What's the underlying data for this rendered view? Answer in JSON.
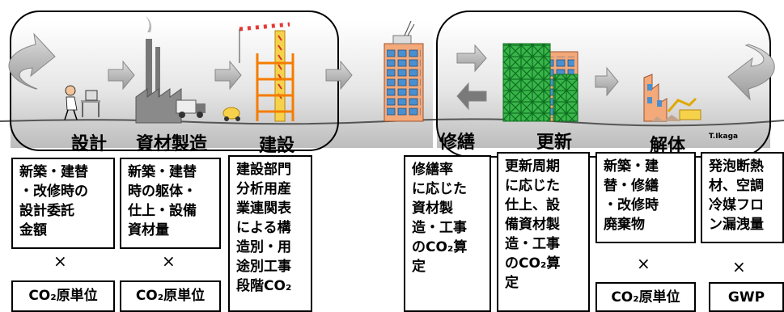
{
  "stages": {
    "design": "設計",
    "materials": "資材製造",
    "construction": "建設",
    "repair": "修繕",
    "renewal": "更新",
    "demolition": "解体"
  },
  "credit": "T.Ikaga",
  "boxes": {
    "design": "新築・建替\n・改修時の\n設計委託\n金額",
    "materials": "新築・建替\n時の躯体・\n仕上・設備\n資材量",
    "construction": "建設部門\n分析用産\n業連関表\nによる構\n造別・用\n途別工事\n段階CO₂",
    "repair": "修繕率\nに応じた\n資材製\n造・工事\nのCO₂算\n定",
    "renewal": "更新周期\nに応じた\n仕上、設\n備資材製\n造・工事\nのCO₂算\n定",
    "demolition": "新築・建\n替・修繕\n・改修時\n廃棄物",
    "refrigerant": "発泡断熱\n材、空調\n冷媒フロ\nン漏洩量"
  },
  "multiply": "×",
  "units": {
    "design": "CO₂原単位",
    "materials": "CO₂原単位",
    "demolition": "CO₂原単位",
    "refrigerant": "GWP"
  }
}
